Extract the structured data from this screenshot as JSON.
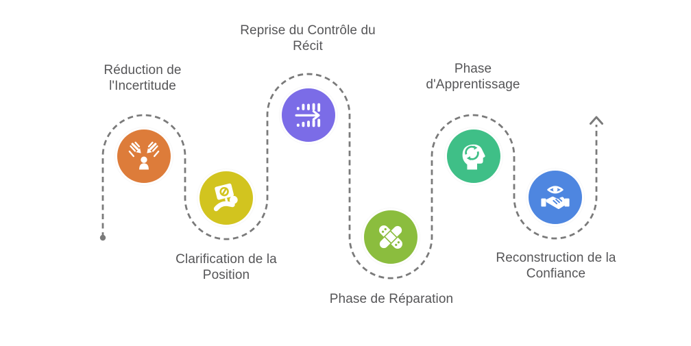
{
  "diagram": {
    "background": "#ffffff",
    "path_color": "#7a7a7a",
    "text_color": "#555557",
    "start_marker": "dot",
    "end_marker": "arrow-up",
    "steps": [
      {
        "label": "Réduction de l'Incertitude",
        "icon": "pressure-arrows-person-icon",
        "color": "#dd7c3a",
        "label_position": "above"
      },
      {
        "label": "Clarification de la Position",
        "icon": "protest-sign-icon",
        "color": "#d2c41f",
        "label_position": "below"
      },
      {
        "label": "Reprise du Contrôle du Récit",
        "icon": "arrow-through-crosswalk-icon",
        "color": "#7b6ce7",
        "label_position": "above"
      },
      {
        "label": "Phase de Réparation",
        "icon": "crossed-bandages-icon",
        "color": "#8bbd3e",
        "label_position": "below"
      },
      {
        "label": "Phase d'Apprentissage",
        "icon": "head-recycle-icon",
        "color": "#3fbf87",
        "label_position": "above"
      },
      {
        "label": "Reconstruction de la Confiance",
        "icon": "eye-over-handshake-icon",
        "color": "#4e86e0",
        "label_position": "below"
      }
    ]
  }
}
